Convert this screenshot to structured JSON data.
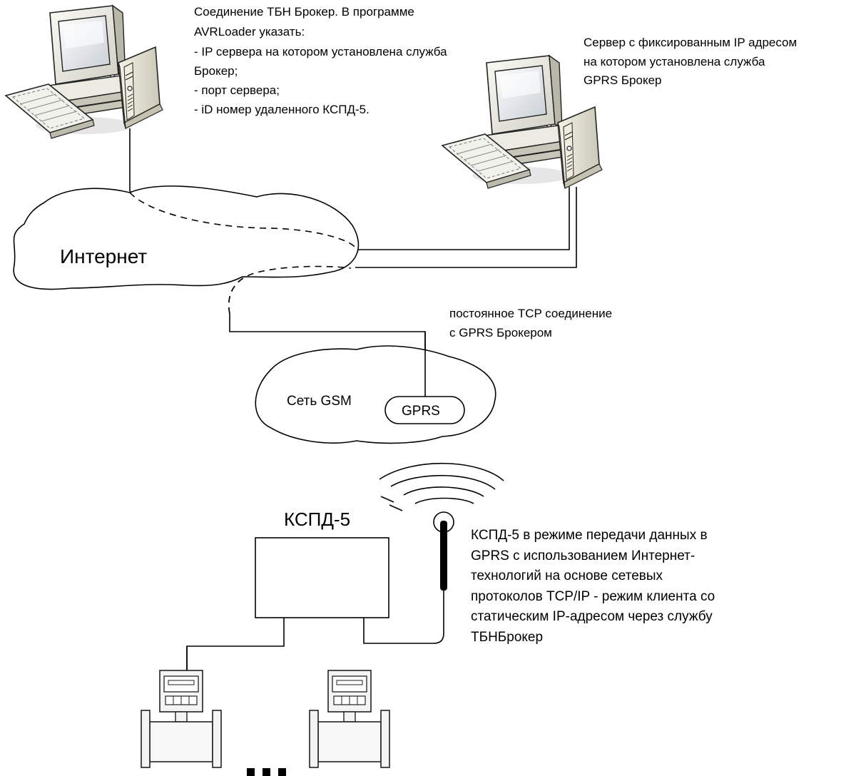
{
  "client_note": [
    "Соединение ТБН Брокер. В программе",
    "AVRLoader указать:",
    "- IP сервера на котором установлена служба",
    "Брокер;",
    "- порт сервера;",
    "- iD номер удаленного КСПД-5."
  ],
  "server_note": [
    "Сервер с фиксированным IP адресом",
    "на котором установлена служба",
    "GPRS Брокер"
  ],
  "internet_label": "Интернет",
  "tcp_note": [
    "постоянное TCP соединение",
    "с GPRS Брокером"
  ],
  "gsm_label": "Сеть GSM",
  "gprs_label": "GPRS",
  "device_label": "КСПД-5",
  "device_note": [
    "КСПД-5 в режиме передачи данных в",
    "GPRS с использованием Интернет-",
    "технологий на основе сетевых",
    "протоколов TCP/IP - режим клиента со",
    "статическим IP-адресом через службу",
    "ТБНБрокер"
  ],
  "ellipsis": "..."
}
